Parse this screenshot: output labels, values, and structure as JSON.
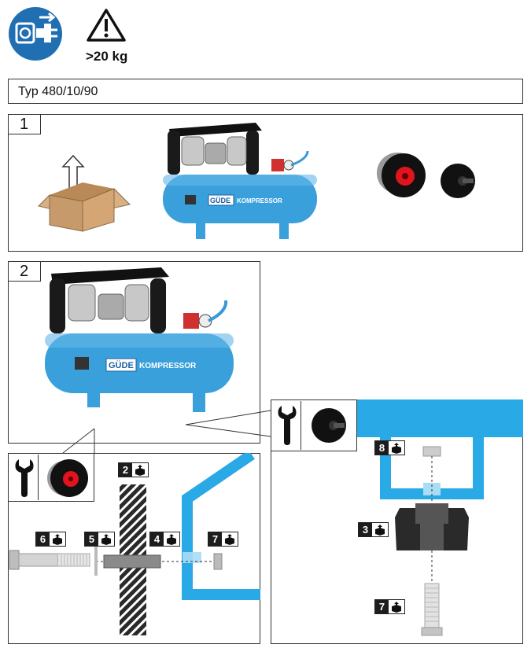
{
  "header": {
    "weight": ">20 kg"
  },
  "model": {
    "label": "Typ 480/10/90"
  },
  "steps": [
    {
      "number": "1"
    },
    {
      "number": "2"
    }
  ],
  "compressor": {
    "brand": "GÜDE",
    "model_text": "KOMPRESSOR"
  },
  "parts": {
    "p2": "2",
    "p3": "3",
    "p4": "4",
    "p5": "5",
    "p6": "6",
    "p7a": "7",
    "p7b": "7",
    "p8": "8"
  },
  "colors": {
    "blue": "#29a9e6",
    "tank": "#3aa0dc",
    "wheel_red": "#e0141e",
    "dark": "#1d1d1d"
  }
}
